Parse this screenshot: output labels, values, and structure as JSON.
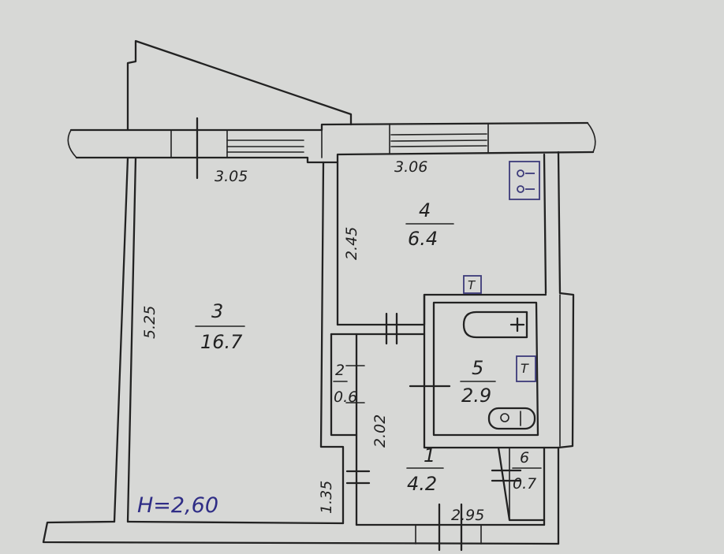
{
  "plan": {
    "ceiling_height": "H=2,60",
    "rooms": [
      {
        "number": "3",
        "area": "16.7"
      },
      {
        "number": "4",
        "area": "6.4"
      },
      {
        "number": "5",
        "area": "2.9"
      },
      {
        "number": "2",
        "area": "0.6"
      },
      {
        "number": "1",
        "area": "4.2"
      },
      {
        "number": "6",
        "area": "0.7"
      }
    ],
    "dimensions": {
      "room3_width": "3.05",
      "room3_length": "5.25",
      "room4_width": "3.06",
      "room4_length": "2.45",
      "hall_length": "2.02",
      "entry_width": "1.35",
      "hall_bottom": "2.95"
    },
    "fixtures": {
      "stove_symbol": "stove-icon",
      "riser_symbol": "T",
      "bathtub_symbol": "bathtub-icon",
      "water_heater_symbol": "T",
      "sink_symbol": "sink-icon"
    },
    "colors": {
      "paper": "#d7d8d6",
      "ink": "#222222",
      "stamp_ink": "#2f2d86"
    }
  }
}
